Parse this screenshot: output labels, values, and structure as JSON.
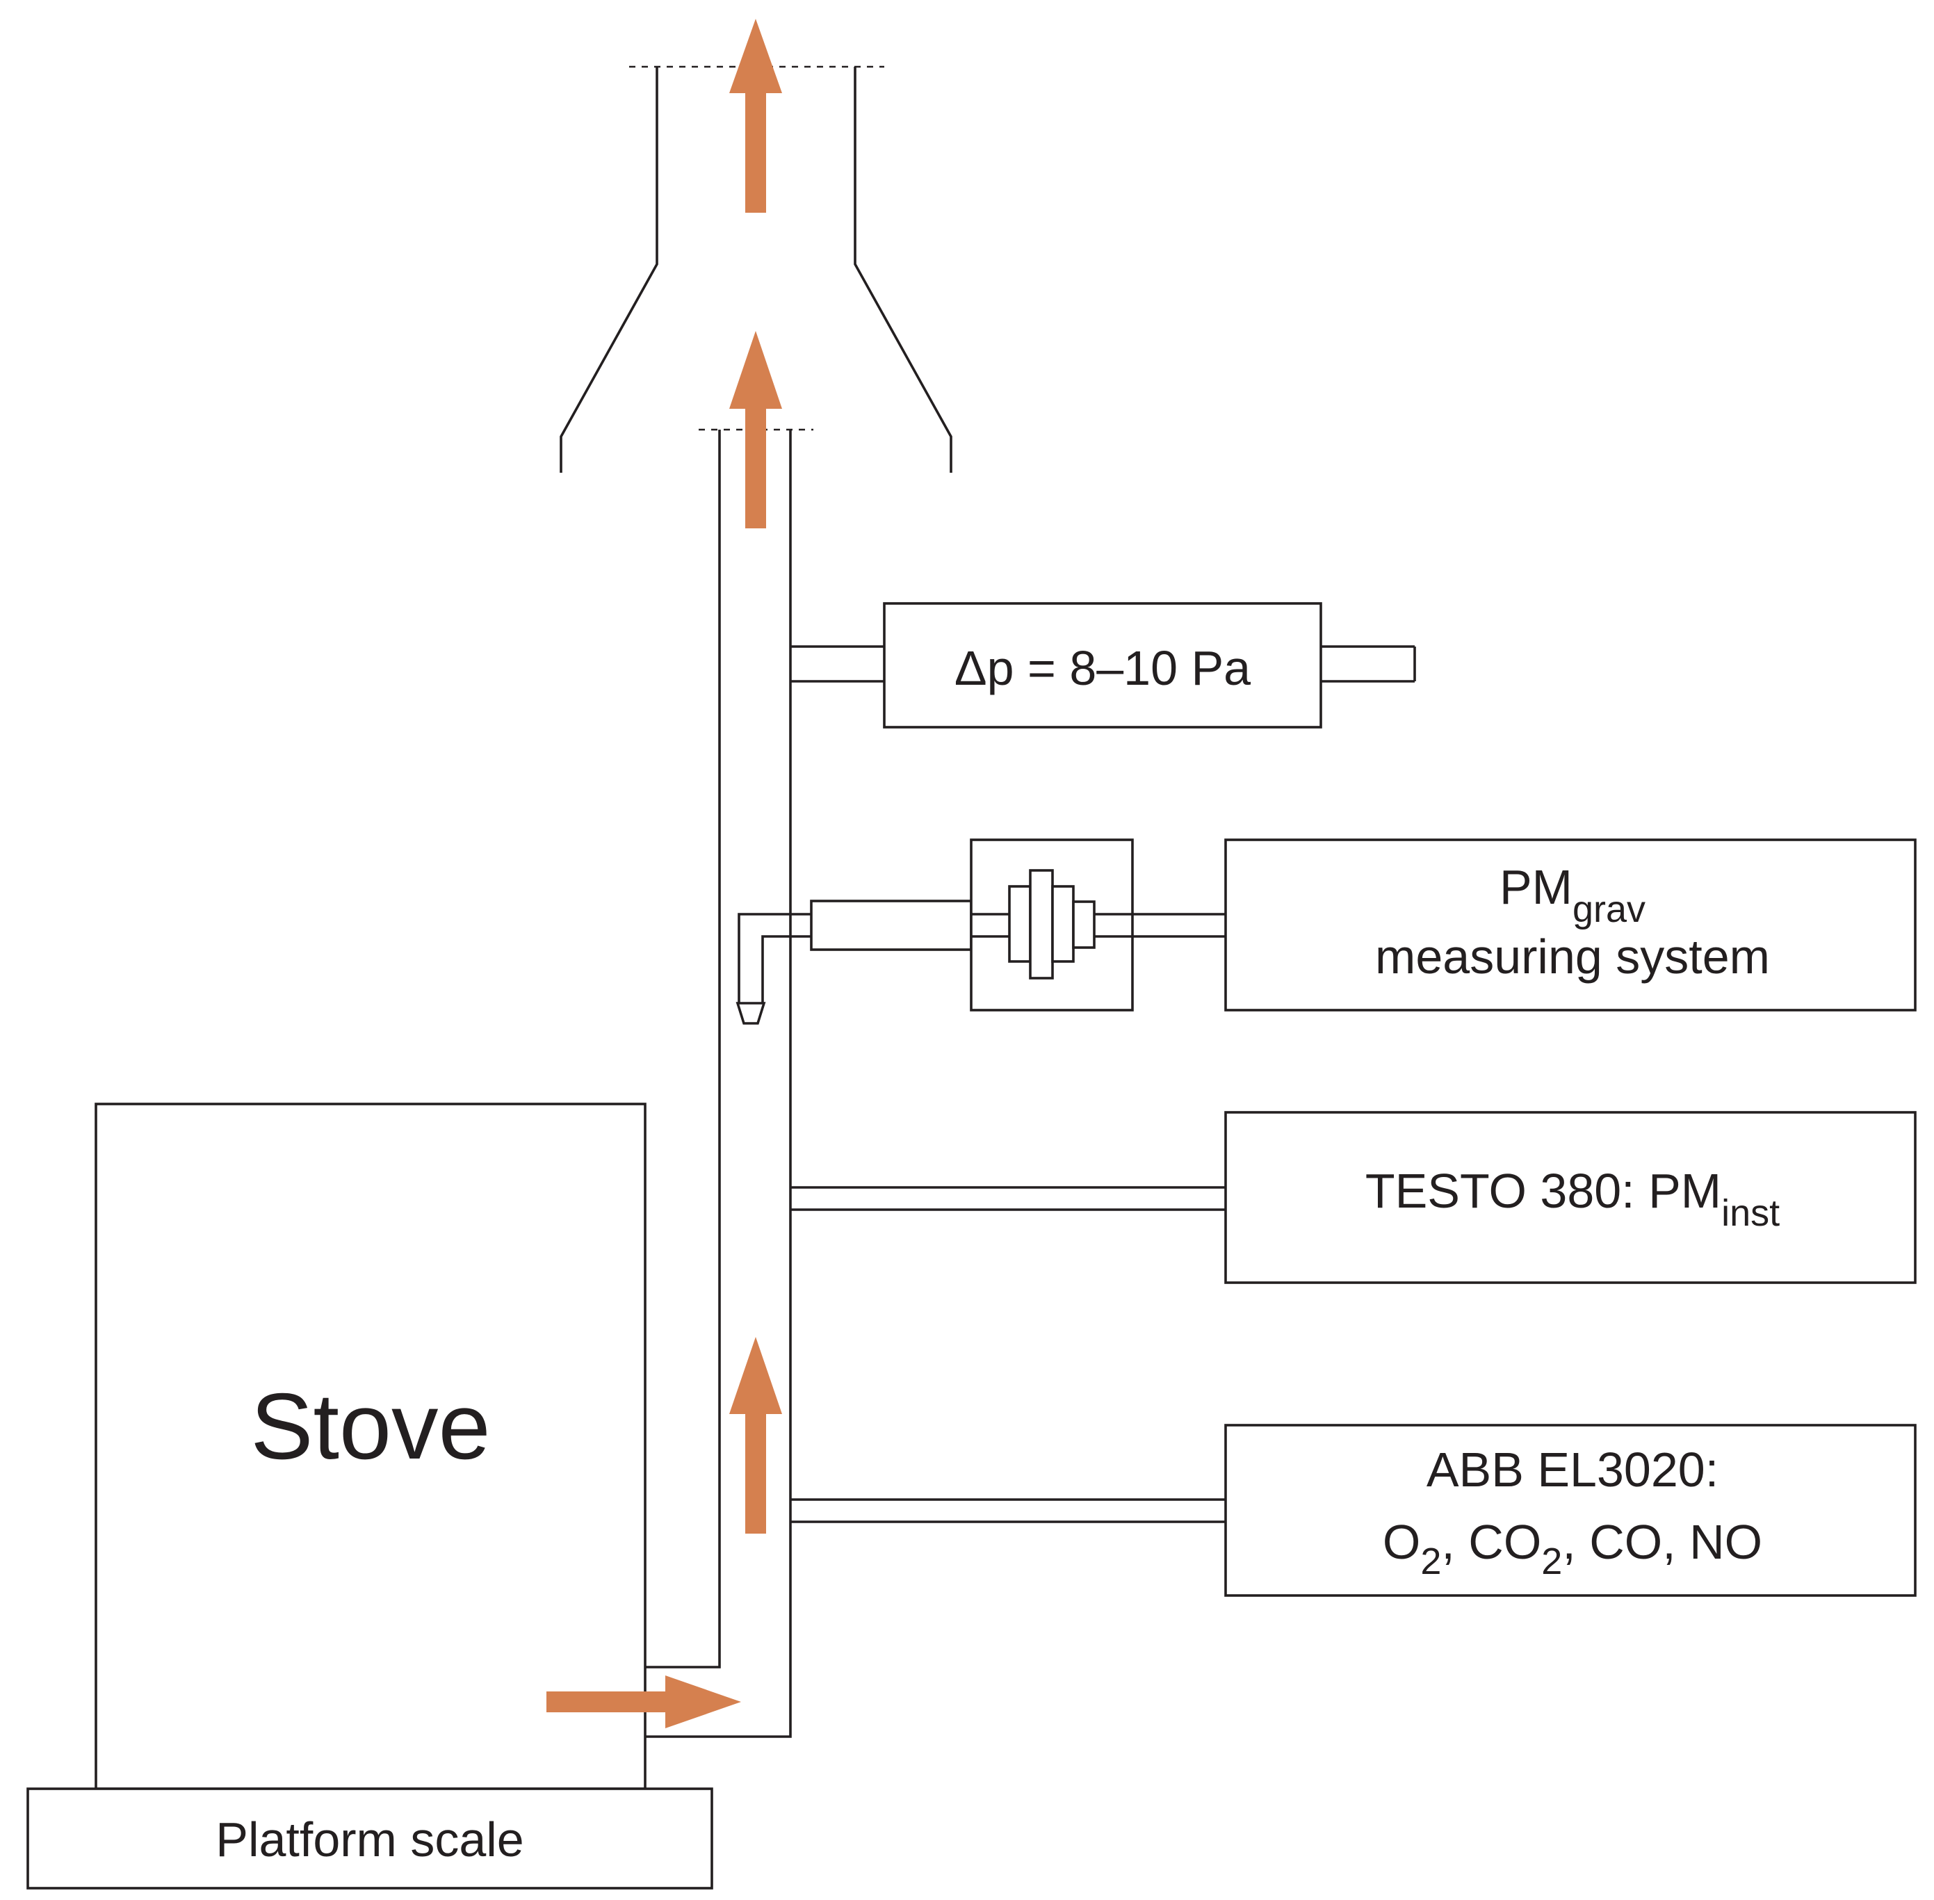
{
  "colors": {
    "line": "#231f20",
    "flow_arrow": "#d5804f",
    "background": "#ffffff"
  },
  "labels": {
    "stove": "Stove",
    "platform_scale": "Platform scale",
    "pressure": "Δp = 8–10 Pa",
    "pm_grav_main": "PM",
    "pm_grav_sub": "grav",
    "pm_grav_line2": "measuring system",
    "testo_main": "TESTO 380: PM",
    "testo_sub": "inst",
    "abb_line1": "ABB EL3020:",
    "abb_o": "O",
    "abb_o_sub": "2",
    "abb_co2_prefix": ", CO",
    "abb_co2_sub": "2",
    "abb_rest": ", CO, NO"
  },
  "icons": {
    "flow_arrows": [
      "flow-arrow-up-icon",
      "flow-arrow-right-icon"
    ],
    "filter_holder": "filter-holder-icon",
    "sampling_probe": "sampling-probe-icon"
  }
}
